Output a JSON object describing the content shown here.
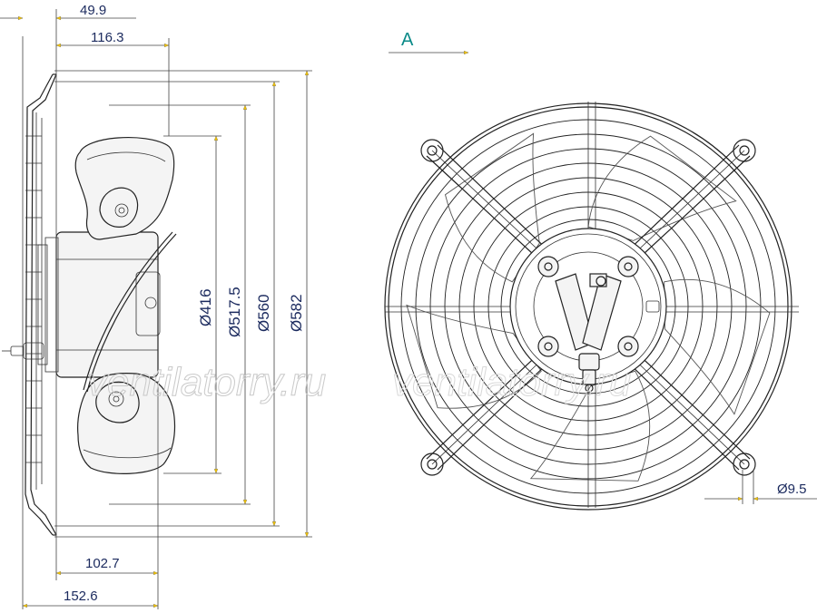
{
  "dimensions": {
    "top_offset": "49.9",
    "top_depth": "116.3",
    "bottom_depth": "102.7",
    "bottom_total": "152.6",
    "dia_416": "Ø416",
    "dia_517": "Ø517.5",
    "dia_560": "Ø560",
    "dia_582": "Ø582",
    "hole_dia": "Ø9.5"
  },
  "view_label": "A",
  "watermark": "ventilatorry.ru",
  "colors": {
    "dimension_text": "#1b2a5e",
    "view_label": "#0a8a88",
    "arrow_fill": "#f2c200",
    "line": "#222222",
    "watermark": "#c9c9c9"
  }
}
